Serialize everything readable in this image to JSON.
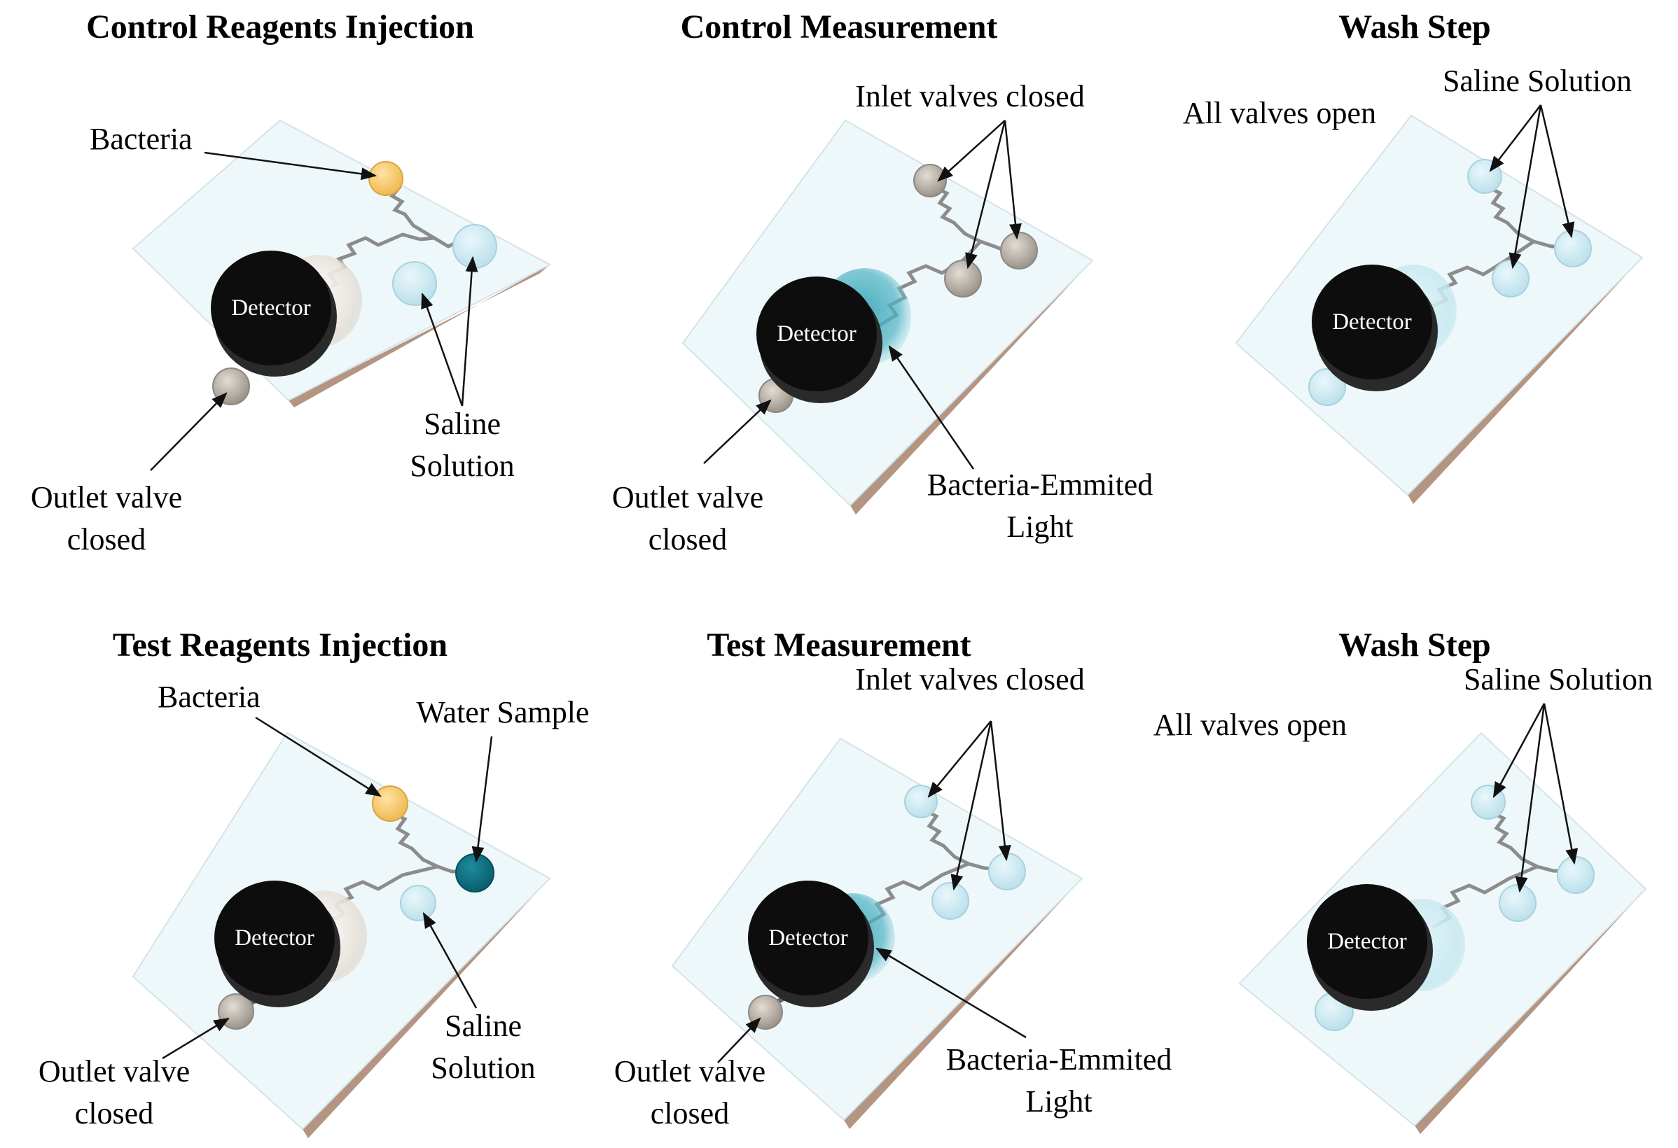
{
  "detector_label": "Detector",
  "colors": {
    "bacteria": "#f6c762",
    "saline": "#cfe9f1",
    "water_sample": "#0b6e80",
    "closed_valve": "#b9b1a7",
    "light": "#4fb3c4",
    "plate_top": "#eef8fa",
    "plate_side": "#c4a796"
  },
  "panels": [
    {
      "title": "Control Reagents Injection",
      "labels": {
        "bacteria": "Bacteria",
        "saline_1": "Saline",
        "saline_2": "Solution",
        "outlet_1": "Outlet valve",
        "outlet_2": "closed"
      }
    },
    {
      "title": "Control Measurement",
      "labels": {
        "inlet": "Inlet valves closed",
        "light_1": "Bacteria-Emmited",
        "light_2": "Light",
        "outlet_1": "Outlet valve",
        "outlet_2": "closed"
      }
    },
    {
      "title": "Wash Step",
      "labels": {
        "saline": "Saline Solution",
        "all_open": "All valves open"
      }
    },
    {
      "title": "Test Reagents Injection",
      "labels": {
        "bacteria": "Bacteria",
        "water": "Water Sample",
        "saline_1": "Saline",
        "saline_2": "Solution",
        "outlet_1": "Outlet valve",
        "outlet_2": "closed"
      }
    },
    {
      "title": "Test Measurement",
      "labels": {
        "inlet": "Inlet valves closed",
        "light_1": "Bacteria-Emmited",
        "light_2": "Light",
        "outlet_1": "Outlet valve",
        "outlet_2": "closed"
      }
    },
    {
      "title": "Wash Step",
      "labels": {
        "saline": "Saline Solution",
        "all_open": "All valves open"
      }
    }
  ]
}
